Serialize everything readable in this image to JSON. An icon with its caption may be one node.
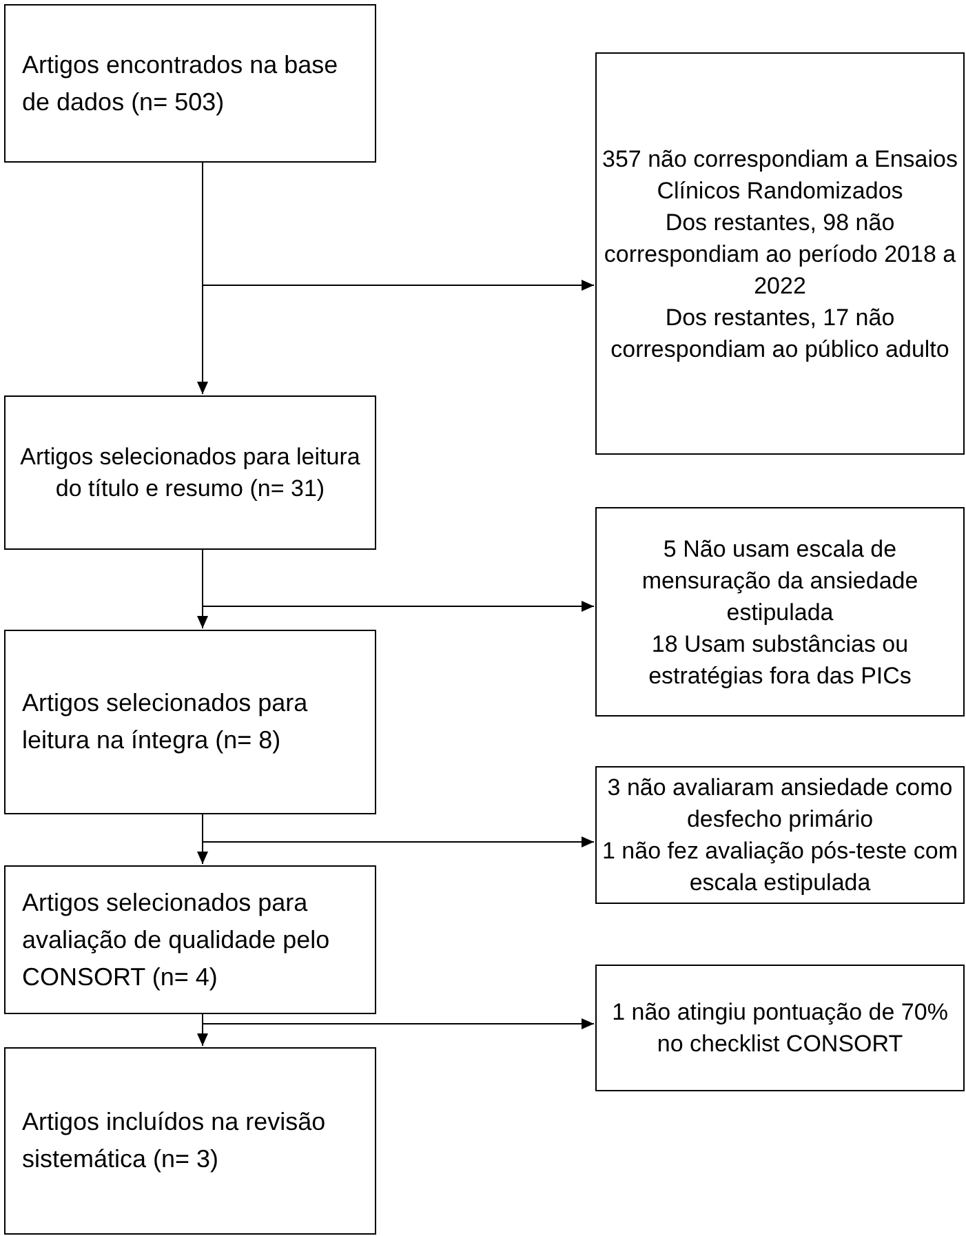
{
  "diagram": {
    "nodes": [
      {
        "text": [
          "Artigos encontrados na base de dados (n= 503)"
        ]
      },
      {
        "text": [
          "357 não correspondiam a Ensaios Clínicos Randomizados",
          "Dos restantes, 98 não correspondiam ao período 2018 a 2022",
          "Dos restantes, 17 não correspondiam ao público adulto"
        ]
      },
      {
        "text": [
          "Artigos selecionados para leitura do título e resumo (n= 31)"
        ]
      },
      {
        "text": [
          "5 Não usam escala de mensuração da ansiedade estipulada",
          "18 Usam substâncias ou estratégias fora das PICs"
        ]
      },
      {
        "text": [
          "Artigos selecionados para leitura na íntegra (n= 8)"
        ]
      },
      {
        "text": [
          "3 não avaliaram ansiedade como desfecho primário",
          "1 não fez avaliação pós-teste com escala estipulada"
        ]
      },
      {
        "text": [
          "Artigos selecionados para avaliação de qualidade pelo CONSORT (n= 4)"
        ]
      },
      {
        "text": [
          "1 não atingiu pontuação de 70% no checklist CONSORT"
        ]
      },
      {
        "text": [
          "Artigos incluídos na revisão sistemática (n= 3)"
        ]
      }
    ],
    "edges": [
      {
        "from": 0,
        "to": 2,
        "arrow": "to"
      },
      {
        "from": 0,
        "to": 1,
        "arrow": "to"
      },
      {
        "from": 2,
        "to": 4,
        "arrow": "to"
      },
      {
        "from": 2,
        "to": 3,
        "arrow": "to"
      },
      {
        "from": 4,
        "to": 6,
        "arrow": "to"
      },
      {
        "from": 4,
        "to": 5,
        "arrow": "to"
      },
      {
        "from": 6,
        "to": 8,
        "arrow": "to"
      },
      {
        "from": 6,
        "to": 7,
        "arrow": "to"
      }
    ]
  }
}
